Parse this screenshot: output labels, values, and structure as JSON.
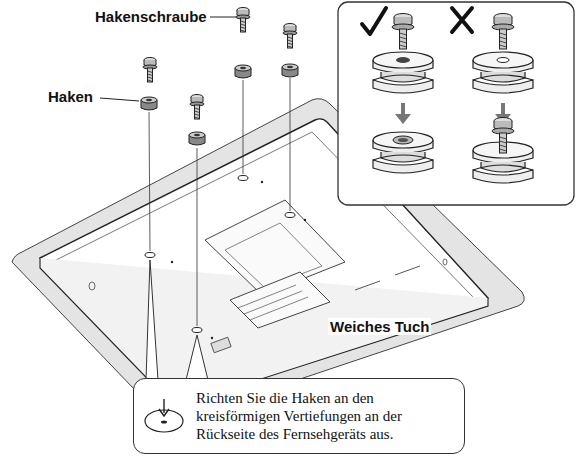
{
  "diagram": {
    "nodes": [
      {
        "text": [
          "Richten Sie die Haken an den kreisförmigen Vertiefungen an der Rückseite des Fernsehgeräts aus."
        ]
      }
    ],
    "labels": [
      "Hakenschraube",
      "Haken",
      "Weiches Tuch"
    ]
  }
}
